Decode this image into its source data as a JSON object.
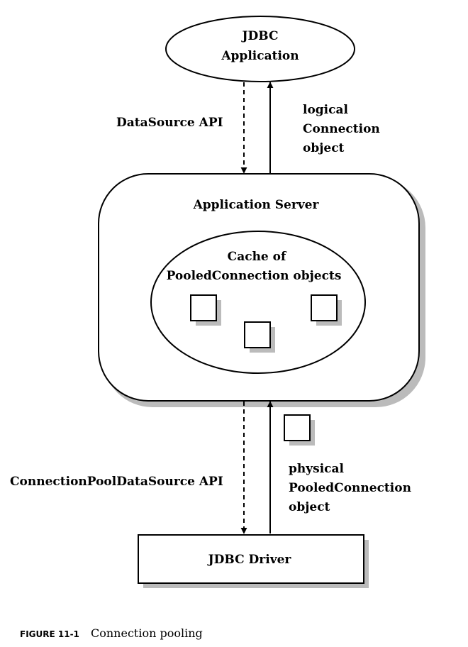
{
  "nodes": {
    "jdbc_application": {
      "line1": "JDBC",
      "line2": "Application"
    },
    "application_server": {
      "label": "Application Server"
    },
    "cache": {
      "line1": "Cache of",
      "line2": "PooledConnection objects"
    },
    "jdbc_driver": {
      "label": "JDBC Driver"
    }
  },
  "edges": {
    "datasource_api": {
      "label": "DataSource API"
    },
    "logical_connection": {
      "line1": "logical",
      "line2": "Connection",
      "line3": "object"
    },
    "connectionpool_api": {
      "label": "ConnectionPoolDataSource API"
    },
    "physical_connection": {
      "line1": "physical",
      "line2": "PooledConnection",
      "line3": "object"
    }
  },
  "caption": {
    "figure": "FIGURE 11-1",
    "text": "Connection pooling"
  }
}
